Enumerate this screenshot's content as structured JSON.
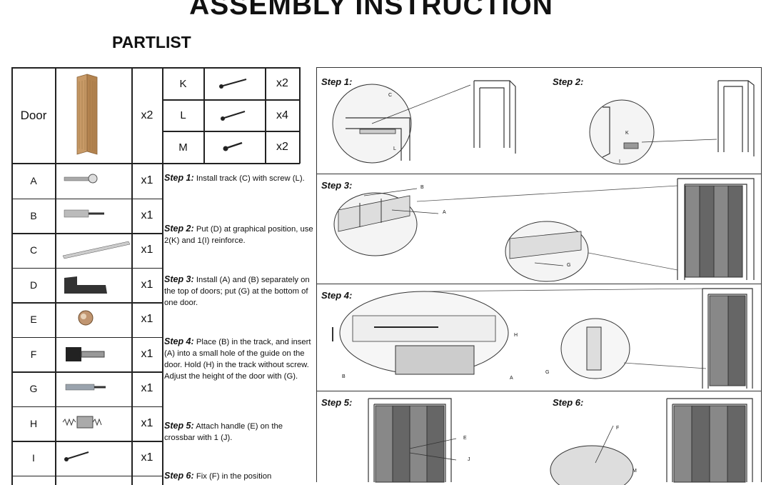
{
  "title": "ASSEMBLY  INSTRUCTION",
  "partlist_title": "PARTLIST",
  "door": {
    "label": "Door",
    "qty": "x2"
  },
  "small_parts": [
    {
      "letter": "K",
      "qty": "x2",
      "icon": "long-screw-icon"
    },
    {
      "letter": "L",
      "qty": "x4",
      "icon": "screw-icon"
    },
    {
      "letter": "M",
      "qty": "x2",
      "icon": "short-screw-icon"
    }
  ],
  "parts": [
    {
      "letter": "A",
      "qty": "x1",
      "icon": "pivot-pin-icon"
    },
    {
      "letter": "B",
      "qty": "x1",
      "icon": "guide-bolt-icon"
    },
    {
      "letter": "C",
      "qty": "x1",
      "icon": "track-rail-icon"
    },
    {
      "letter": "D",
      "qty": "x1",
      "icon": "corner-bracket-icon"
    },
    {
      "letter": "E",
      "qty": "x1",
      "icon": "knob-handle-icon"
    },
    {
      "letter": "F",
      "qty": "x1",
      "icon": "mounting-bracket-icon"
    },
    {
      "letter": "G",
      "qty": "x1",
      "icon": "adjuster-bolt-icon"
    },
    {
      "letter": "H",
      "qty": "x1",
      "icon": "spring-guide-icon"
    },
    {
      "letter": "I",
      "qty": "x1",
      "icon": "screw-icon"
    }
  ],
  "steps": [
    {
      "label": "Step 1:",
      "text": "Install track (C) with screw (L)."
    },
    {
      "label": "Step 2:",
      "text": "Put (D) at graphical position, use 2(K) and 1(I) reinforce."
    },
    {
      "label": "Step 3:",
      "text": "Install (A) and (B) separately on the top of doors; put (G) at the bottom of one door."
    },
    {
      "label": "Step 4:",
      "text": "Place (B) in the track, and insert (A) into a small hole of the guide on the door. Hold (H) in the track without screw.  Adjust the height of the door with (G)."
    },
    {
      "label": "Step 5:",
      "text": "Attach handle (E) on the crossbar with 1 (J)."
    },
    {
      "label": "Step 6:",
      "text": "Fix (F) in the position"
    }
  ],
  "panel_labels": {
    "p1a": "Step 1:",
    "p1b": "Step 2:",
    "p2": "Step 3:",
    "p3": "Step 4:",
    "p4a": "Step 5:",
    "p4b": "Step 6:"
  },
  "callouts": {
    "c": "C",
    "l": "L",
    "k": "K",
    "i": "I",
    "b": "B",
    "a": "A",
    "g": "G",
    "h": "H",
    "e": "E",
    "j": "J",
    "f": "F",
    "m": "M"
  }
}
